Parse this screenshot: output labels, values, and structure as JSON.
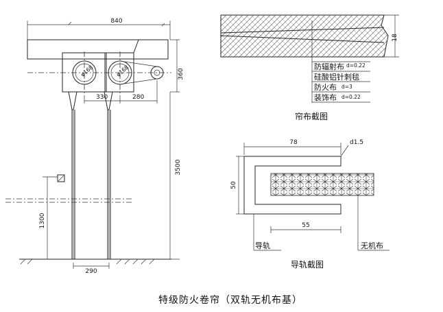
{
  "title": "特级防火卷帘（双轨无机布基）",
  "elevation": {
    "dims": {
      "width_top": "840",
      "height_box": "360",
      "shaft_gap": "330",
      "motor_gap": "280",
      "total_height": "3500",
      "button_height": "1300",
      "rail_width": "290"
    },
    "shaft_labels": [
      "φ168",
      "φ168"
    ]
  },
  "curtain_section": {
    "caption": "帘布截图",
    "thickness": "18",
    "layers": [
      {
        "name": "防辐射布",
        "spec": "d=0.22"
      },
      {
        "name": "硅酸铝针刺毯",
        "spec": ""
      },
      {
        "name": "防火布",
        "spec": "d=3"
      },
      {
        "name": "装饰布",
        "spec": "d=0.22"
      }
    ]
  },
  "rail_section": {
    "caption": "导轨截图",
    "width": "78",
    "height": "50",
    "inner": "55",
    "thickness": "d1.5",
    "label_rail": "导轨",
    "label_cloth": "无机布"
  }
}
